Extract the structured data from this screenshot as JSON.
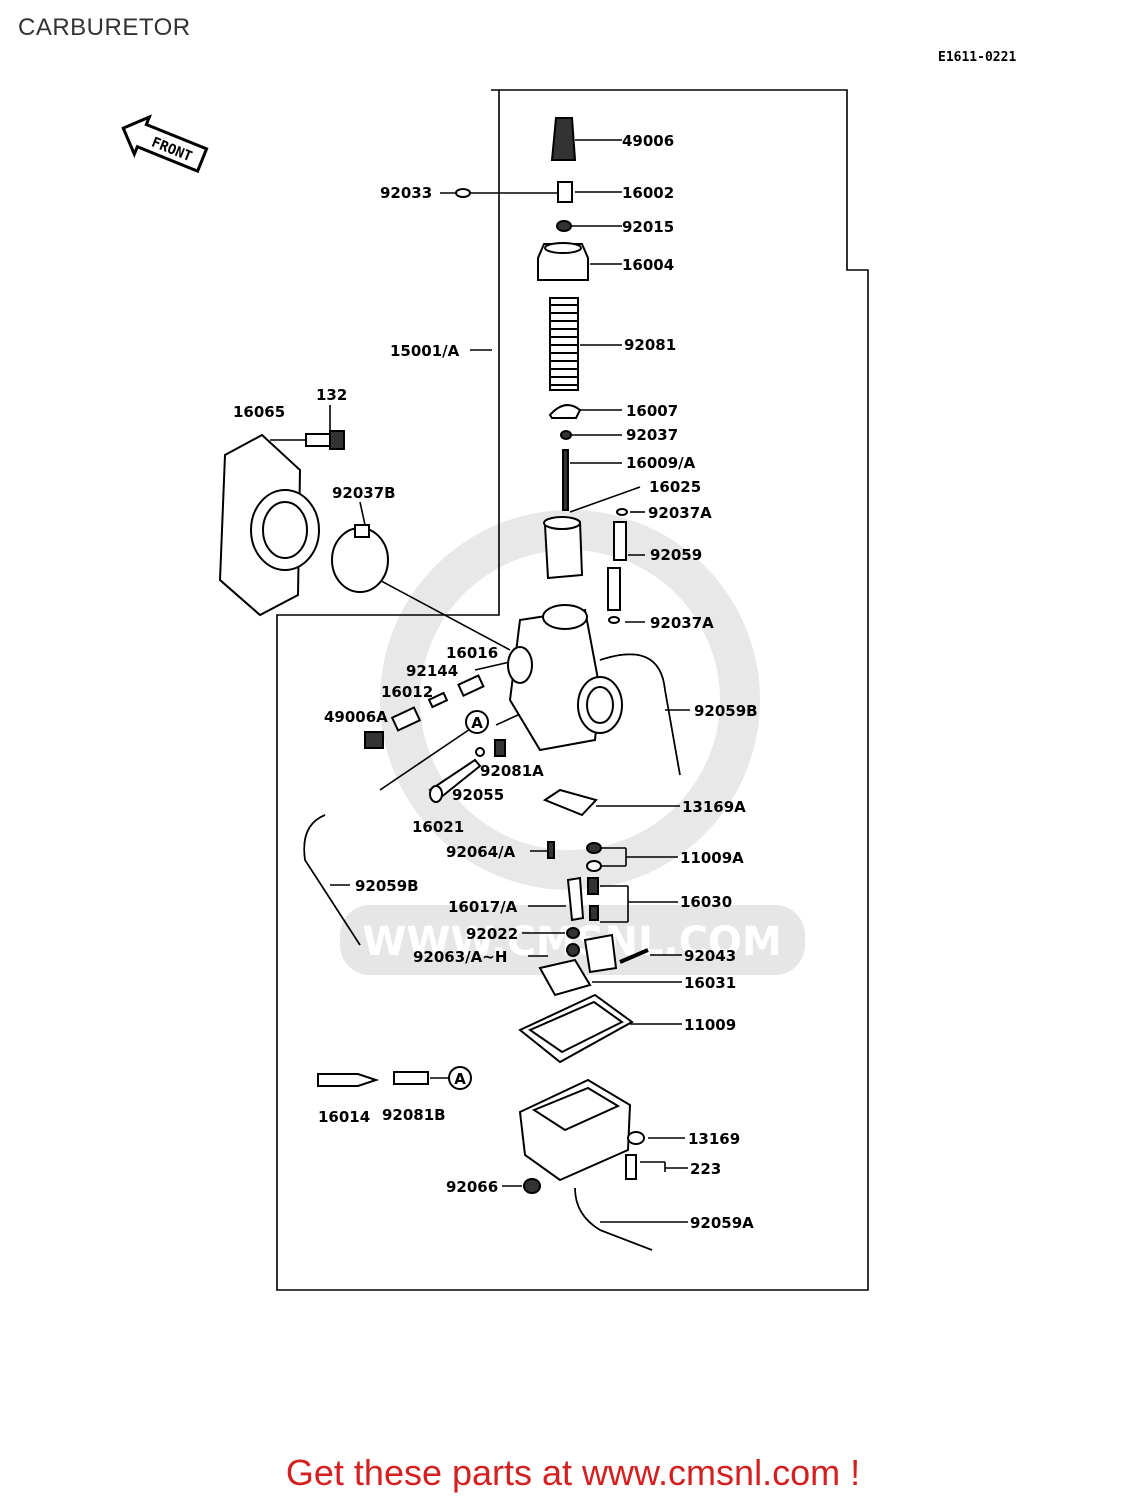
{
  "title": "CARBURETOR",
  "diagram_id": "E1611-0221",
  "front_label": "FRONT",
  "circle_ref": "A",
  "watermark": "WWW.CMSNL.COM",
  "footer": "Get these parts at www.cmsnl.com !",
  "parts": {
    "p49006": "49006",
    "p92033": "92033",
    "p16002": "16002",
    "p92015": "92015",
    "p16004": "16004",
    "p15001A": "15001/A",
    "p92081": "92081",
    "p16065": "16065",
    "p132": "132",
    "p16007": "16007",
    "p92037": "92037",
    "p16009A": "16009/A",
    "p16025": "16025",
    "p92037B": "92037B",
    "p92037A_1": "92037A",
    "p92059": "92059",
    "p92037A_2": "92037A",
    "p16016": "16016",
    "p92144": "92144",
    "p16012": "16012",
    "p49006A": "49006A",
    "p92059B_1": "92059B",
    "p92081A": "92081A",
    "p92055": "92055",
    "p16021": "16021",
    "p13169A": "13169A",
    "p92064A": "92064/A",
    "p11009A": "11009A",
    "p92059B_2": "92059B",
    "p16017A": "16017/A",
    "p16030": "16030",
    "p92022": "92022",
    "p92063": "92063/A~H",
    "p92043": "92043",
    "p16031": "16031",
    "p11009": "11009",
    "p16014": "16014",
    "p92081B": "92081B",
    "p13169": "13169",
    "p223": "223",
    "p92066": "92066",
    "p92059A": "92059A"
  }
}
